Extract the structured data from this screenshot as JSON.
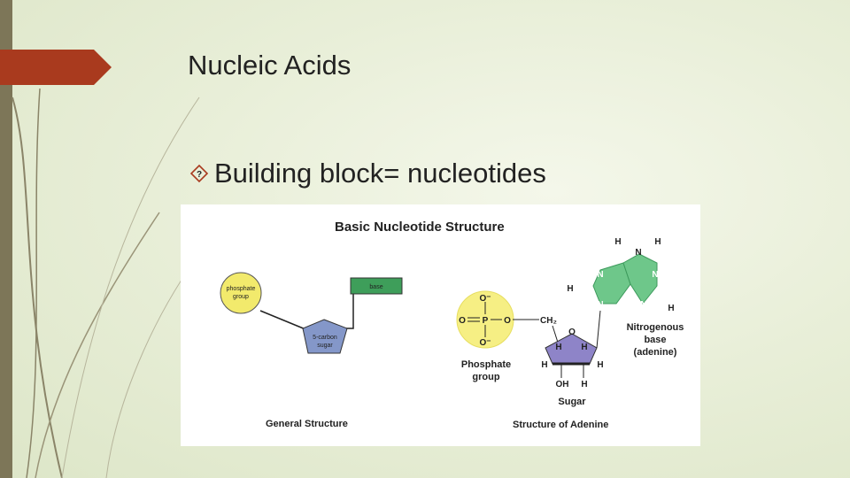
{
  "slide": {
    "title": "Nucleic Acids",
    "bullet": "Building block= nucleotides"
  },
  "figure": {
    "title": "Basic Nucleotide Structure",
    "general": {
      "phosphate_label": [
        "phosphate",
        "group"
      ],
      "base_label": "base",
      "sugar_label": [
        "5-carbon",
        "sugar"
      ],
      "caption": "General Structure"
    },
    "adenine": {
      "phosphate": {
        "atoms": {
          "o_top": "O⁻",
          "o_left": "O",
          "p": "P",
          "o_right": "O",
          "o_bottom": "O⁻"
        },
        "label": [
          "Phosphate",
          "group"
        ]
      },
      "sugar": {
        "ch2": "CH₂",
        "ring_o": "O",
        "h_labels": [
          "H",
          "H",
          "H",
          "H"
        ],
        "oh": "OH",
        "h_bottom": "H",
        "label": "Sugar"
      },
      "base": {
        "top_h": [
          "H",
          "H"
        ],
        "top_n": "N",
        "ring_n": [
          "N",
          "N",
          "N",
          "N"
        ],
        "h_left": "H",
        "h_right": "H",
        "label": [
          "Nitrogenous",
          "base",
          "(adenine)"
        ]
      },
      "caption": "Structure of Adenine"
    }
  },
  "colors": {
    "accent": "#a93a1e",
    "left_band": "#7d7658",
    "phosphate": "#f2ea6c",
    "sugar": "#8497c9",
    "base": "#3e9e5a",
    "adenine_base": "#6ec78a",
    "adenine_sugar": "#8e84c8"
  }
}
